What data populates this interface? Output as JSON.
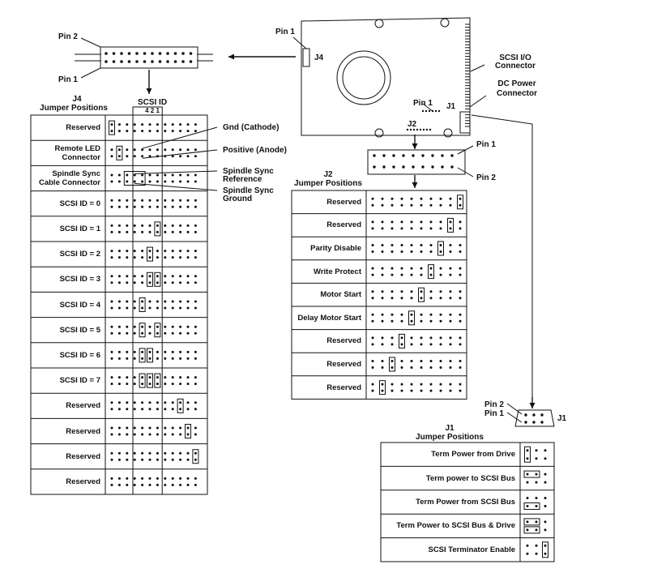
{
  "top_connector": {
    "pin2_label": "Pin 2",
    "pin1_label": "Pin 1"
  },
  "drive": {
    "pin1_label": "Pin 1",
    "j4_label": "J4",
    "scsi_io_label_line1": "SCSI I/O",
    "scsi_io_label_line2": "Connector",
    "dc_power_label_line1": "DC Power",
    "dc_power_label_line2": "Connector",
    "j1_pin1_label": "Pin 1",
    "j1_label": "J1",
    "j2_label": "J2"
  },
  "j4": {
    "title_line1": "J4",
    "title_line2": "Jumper Positions",
    "scsi_id_header_line1": "SCSI ID",
    "scsi_id_header_line2": "4 2 1",
    "rows": [
      {
        "label": "Reserved"
      },
      {
        "label": "Remote LED\nConnector"
      },
      {
        "label": "Spindle Sync\nCable Connector"
      },
      {
        "label": "SCSI ID = 0"
      },
      {
        "label": "SCSI ID = 1"
      },
      {
        "label": "SCSI ID = 2"
      },
      {
        "label": "SCSI ID = 3"
      },
      {
        "label": "SCSI ID = 4"
      },
      {
        "label": "SCSI ID = 5"
      },
      {
        "label": "SCSI ID = 6"
      },
      {
        "label": "SCSI ID = 7"
      },
      {
        "label": "Reserved"
      },
      {
        "label": "Reserved"
      },
      {
        "label": "Reserved"
      },
      {
        "label": "Reserved"
      }
    ],
    "callouts": {
      "gnd": "Gnd (Cathode)",
      "positive": "Positive (Anode)",
      "sync_ref_line1": "Spindle Sync",
      "sync_ref_line2": "Reference",
      "sync_gnd_line1": "Spindle Sync",
      "sync_gnd_line2": "Ground"
    }
  },
  "j2": {
    "title_line1": "J2",
    "title_line2": "Jumper Positions",
    "pin1_label": "Pin 1",
    "pin2_label": "Pin 2",
    "rows": [
      {
        "label": "Reserved"
      },
      {
        "label": "Reserved"
      },
      {
        "label": "Parity Disable"
      },
      {
        "label": "Write Protect"
      },
      {
        "label": "Motor Start"
      },
      {
        "label": "Delay Motor Start"
      },
      {
        "label": "Reserved"
      },
      {
        "label": "Reserved"
      },
      {
        "label": "Reserved"
      }
    ]
  },
  "j1": {
    "title_line1": "J1",
    "title_line2": "Jumper Positions",
    "pin2_label": "Pin 2",
    "pin1_label": "Pin 1",
    "j1_label": "J1",
    "rows": [
      {
        "label": "Term Power from Drive"
      },
      {
        "label": "Term power to SCSI Bus"
      },
      {
        "label": "Term Power from SCSI Bus"
      },
      {
        "label": "Term Power to SCSI Bus & Drive"
      },
      {
        "label": "SCSI Terminator Enable"
      }
    ]
  }
}
